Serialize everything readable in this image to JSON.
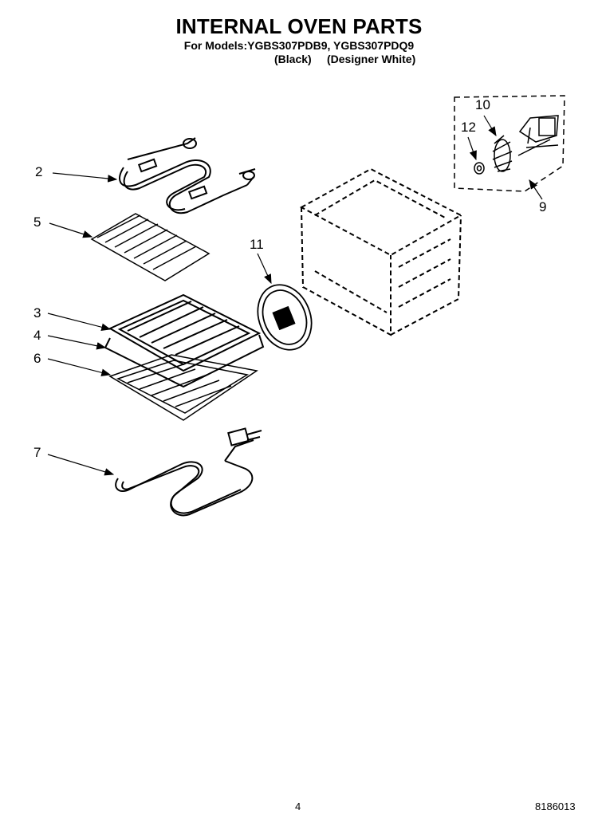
{
  "header": {
    "title": "INTERNAL OVEN PARTS",
    "models_line": "For Models:YGBS307PDB9, YGBS307PDQ9",
    "variant_black": "(Black)",
    "variant_white": "(Designer White)"
  },
  "callouts": {
    "c2": "2",
    "c5": "5",
    "c3": "3",
    "c4": "4",
    "c6": "6",
    "c7": "7",
    "c11": "11",
    "c10": "10",
    "c12": "12",
    "c9": "9"
  },
  "footer": {
    "page_number": "4",
    "doc_code": "8186013"
  }
}
